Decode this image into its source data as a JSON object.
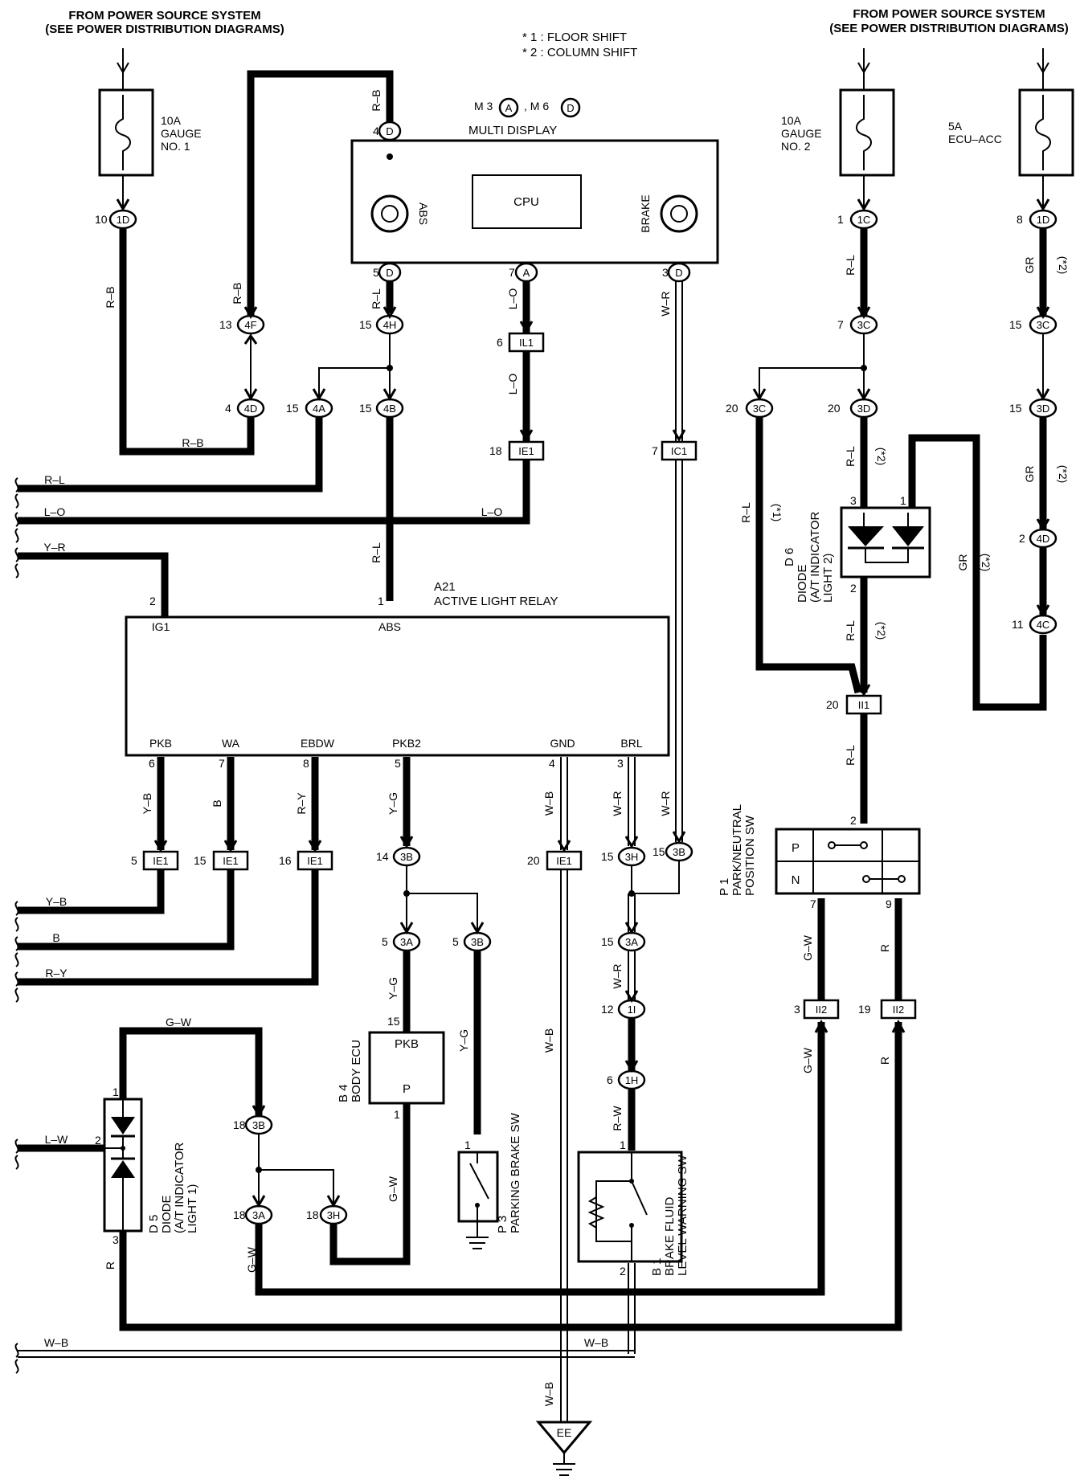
{
  "power_source": {
    "left_line1": "FROM POWER SOURCE SYSTEM",
    "left_line2": "(SEE POWER DISTRIBUTION DIAGRAMS)",
    "right_line1": "FROM POWER SOURCE SYSTEM",
    "right_line2": "(SEE POWER DISTRIBUTION DIAGRAMS)"
  },
  "notes": {
    "floor_shift": "* 1 : FLOOR SHIFT",
    "column_shift": "* 2 : COLUMN SHIFT"
  },
  "fuses": {
    "gauge1": {
      "rating": "10A",
      "name1": "GAUGE",
      "name2": "NO. 1"
    },
    "gauge2": {
      "rating": "10A",
      "name1": "GAUGE",
      "name2": "NO. 2"
    },
    "ecu_acc": {
      "rating": "5A",
      "name1": "ECU–ACC"
    }
  },
  "multi_display": {
    "title": "MULTI DISPLAY",
    "ids_prefix1": "M 3",
    "ids_letter1": "A",
    "ids_prefix2": ", M 6",
    "ids_letter2": "D",
    "abs_label": "ABS",
    "cpu_label": "CPU",
    "brake_label": "BRAKE"
  },
  "relay": {
    "id": "A21",
    "name": "ACTIVE LIGHT RELAY",
    "pins": {
      "ig1": "IG1",
      "abs": "ABS",
      "pkb": "PKB",
      "wa": "WA",
      "ebdw": "EBDW",
      "pkb2": "PKB2",
      "gnd": "GND",
      "brl": "BRL"
    }
  },
  "components": {
    "diode_d6": {
      "id": "D 6",
      "name1": "DIODE",
      "name2": "(A/T INDICATOR",
      "name3": "LIGHT 2)"
    },
    "diode_d5": {
      "id": "D 5",
      "name1": "DIODE",
      "name2": "(A/T INDICATOR",
      "name3": "LIGHT 1)"
    },
    "body_ecu": {
      "id": "B 4",
      "name": "BODY ECU",
      "pin_top": "PKB",
      "pin_bottom": "P"
    },
    "parking_brake_sw": {
      "id": "P 3",
      "name": "PARKING BRAKE SW"
    },
    "brake_fluid_sw": {
      "id": "B 1",
      "name1": "BRAKE FLUID",
      "name2": "LEVEL WARNING SW"
    },
    "park_neutral_sw": {
      "id": "P 1",
      "name1": "PARK/NEUTRAL",
      "name2": "POSITION SW",
      "pos_p": "P",
      "pos_n": "N"
    },
    "ground": {
      "id": "EE"
    }
  },
  "connectors": {
    "c1D_a": "1D",
    "c4F": "4F",
    "c4D_a": "4D",
    "c4D_b": "4D",
    "c4H": "4H",
    "c4A": "4A",
    "c4B": "4B",
    "cD_top": "D",
    "cD_5": "D",
    "cA_7": "A",
    "cD_3": "D",
    "cIL1": "IL1",
    "cIE1_18": "IE1",
    "cIC1": "IC1",
    "c1C": "1C",
    "c3C_a": "3C",
    "c3C_b": "3C",
    "c3D_a": "3D",
    "c3D_b": "3D",
    "c1D_b": "1D",
    "c3C_c": "3C",
    "c4C": "4C",
    "cII1": "II1",
    "cIE1_5": "IE1",
    "cIE1_15": "IE1",
    "cIE1_16": "IE1",
    "cIE1_20": "IE1",
    "c3B_14": "3B",
    "c3A_5": "3A",
    "c3B_5": "3B",
    "c3H_15": "3H",
    "c3B_15": "3B",
    "c3A_15": "3A",
    "c1I_12": "1I",
    "c1H_6": "1H",
    "c3B_18": "3B",
    "c3A_18": "3A",
    "c3H_18": "3H",
    "cII2_3": "II2",
    "cII2_19": "II2"
  },
  "pin_numbers": {
    "p10": "10",
    "p13": "13",
    "p4": "4",
    "p15a": "15",
    "p15b": "15",
    "p15c": "15",
    "p4top": "4",
    "p5": "5",
    "p7": "7",
    "p3": "3",
    "p6il": "6",
    "p18": "18",
    "p7ic": "7",
    "p1_1c": "1",
    "p7_3c": "7",
    "p20_3c": "20",
    "p20_3d": "20",
    "p8": "8",
    "p15_3c": "15",
    "p15_3d": "15",
    "p2_4d": "2",
    "p11": "11",
    "p20_ii1": "20",
    "d6_3": "3",
    "d6_1": "1",
    "d6_2": "2",
    "r2": "2",
    "r1": "1",
    "r6": "6",
    "r7": "7",
    "r8": "8",
    "r5": "5",
    "r4": "4",
    "r3": "3",
    "ie5": "5",
    "ie15": "15",
    "ie16": "16",
    "ie20": "20",
    "b14": "14",
    "a5": "5",
    "b5": "5",
    "h15": "15",
    "b15": "15",
    "a15": "15",
    "i12": "12",
    "h6": "6",
    "ecu15": "15",
    "ecu1": "1",
    "pb1": "1",
    "bf1": "1",
    "bf2": "2",
    "b18": "18",
    "a18": "18",
    "h18": "18",
    "d5_1": "1",
    "d5_2": "2",
    "d5_3": "3",
    "pn2": "2",
    "pn7": "7",
    "pn9": "9",
    "ii2_3": "3",
    "ii2_19": "19"
  },
  "wire_colors": {
    "rb_top": "R–B",
    "rb_left": "R–B",
    "rb_mid": "R–B",
    "rb_bottom": "R–B",
    "rl_top": "R–L",
    "rl_mid": "R–L",
    "lo_a": "L–O",
    "lo_b": "L–O",
    "lo_bus": "L–O",
    "wr_a": "W–R",
    "rl_bus": "R–L",
    "yr_bus": "Y–R",
    "yb": "Y–B",
    "b": "B",
    "ry": "R–Y",
    "yg_a": "Y–G",
    "wb_a": "W–B",
    "wr_b": "W–R",
    "wr_c": "W–R",
    "yb_bus": "Y–B",
    "b_bus": "B",
    "ry_bus": "R–Y",
    "yg_b": "Y–G",
    "yg_c": "Y–G",
    "wb_b": "W–B",
    "wr_d": "W–R",
    "rw": "R–W",
    "gw_top": "G–W",
    "lw_bus": "L–W",
    "r_d5": "R",
    "gw_a": "G–W",
    "gw_b": "G–W",
    "wb_bus": "W–B",
    "wb_c": "W–B",
    "wb_gnd": "W–B",
    "rl_1c": "R–L",
    "rl_3d": "R–L",
    "rl_d6": "R–L",
    "rl_3c": "R–L",
    "rl_ii1": "R–L",
    "gr_1d": "GR",
    "gr_3d": "GR",
    "gr_4d": "GR",
    "gw_pn": "G–W",
    "r_pn": "R",
    "gw_ii2": "G–W",
    "r_ii2": "R"
  },
  "variant_marks": {
    "s2_a": "(*2)",
    "s2_b": "(*2)",
    "s2_c": "(*2)",
    "s2_d": "(*2)",
    "s2_e": "(*2)",
    "s1": "(*1)"
  }
}
